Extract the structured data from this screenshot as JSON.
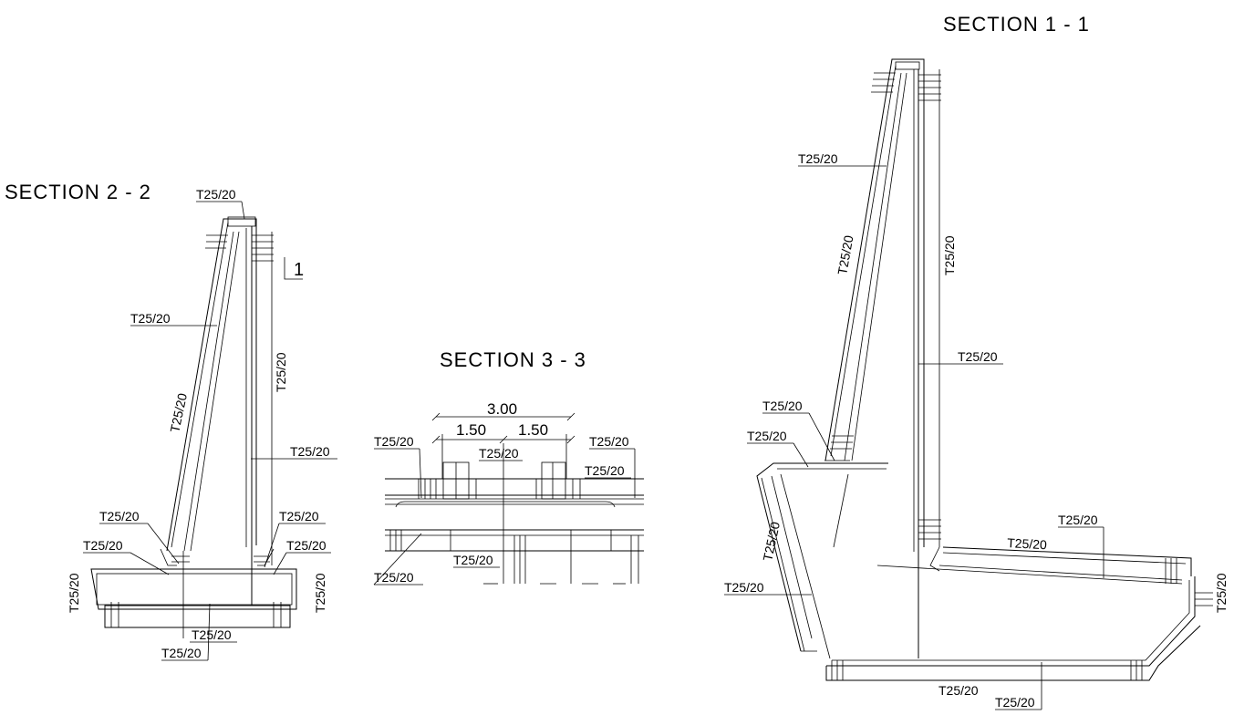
{
  "titles": {
    "s22": "SECTION  2 - 2",
    "s33": "SECTION  3 - 3",
    "s11": "SECTION  1 - 1"
  },
  "rebar": "T25/20",
  "section_mark": "1",
  "dims": {
    "total": "3.00",
    "half_left": "1.50",
    "half_right": "1.50"
  }
}
